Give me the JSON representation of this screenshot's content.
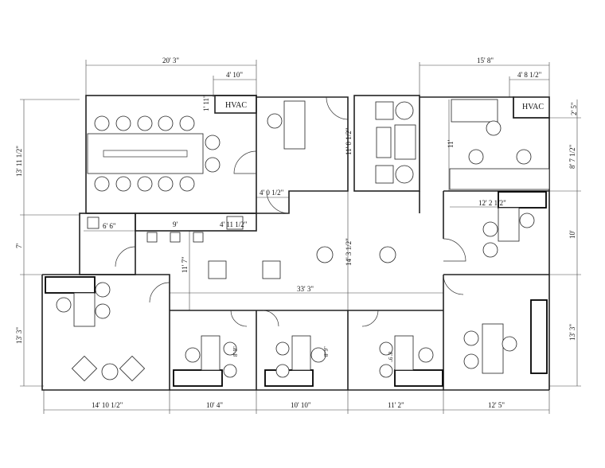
{
  "rooms": {
    "hvac_left": "HVAC",
    "hvac_right": "HVAC"
  },
  "dimensions": {
    "conf_width": "20' 3\"",
    "hvac_left_width": "4' 10\"",
    "hvac_left_depth": "1' 11\"",
    "conf_depth": "13' 11 1/2\"",
    "corridor_door": "4' 0 1/2\"",
    "storage_width": "6' 6\"",
    "kitchen_width": "9'",
    "small_room_width": "4' 11 1/2\"",
    "storage_depth": "7'",
    "open_depth_left": "11' 7\"",
    "open_width": "33' 3\"",
    "open_depth_center": "14' 3 1/2\"",
    "lounge_depth": "11' 0 1/2\"",
    "right_office_width": "15' 8\"",
    "hvac_right_width": "4' 8 1/2\"",
    "hvac_right_depth": "2' 5\"",
    "right_office_inner": "11'",
    "right_office_depth": "8' 7 1/2\"",
    "office_r2_width": "12' 2 1/2\"",
    "office_r2_depth": "10'",
    "left_office_depth": "13' 3\"",
    "right_bottom_depth": "13' 3\"",
    "left_office_width": "14' 10 1/2\"",
    "office_b1_width": "10' 4\"",
    "office_b2_width": "10' 10\"",
    "office_b3_width": "11' 2\"",
    "office_b4_width": "12' 5\"",
    "desk_b1": "8' 9\"",
    "desk_b2": "8' 9\"",
    "desk_b3": "8' 9\""
  }
}
